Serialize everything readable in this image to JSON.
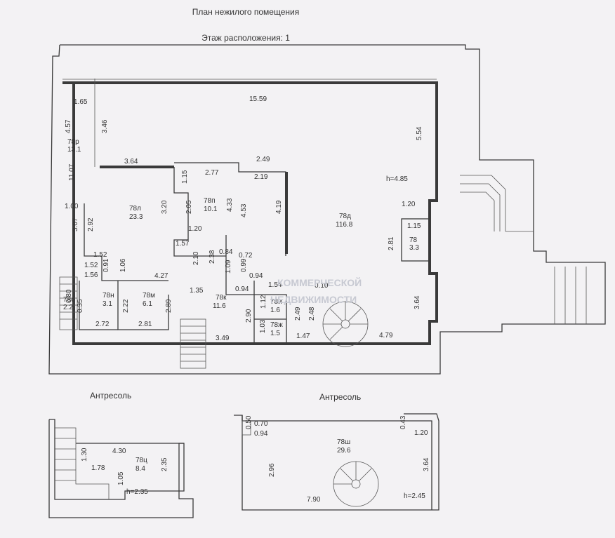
{
  "title": "План  нежилого помещения",
  "floor_label": "Этаж расположения: 1",
  "watermark": [
    "КОММЕРЧЕСКОЙ",
    "НЕДВИЖИМОСТИ"
  ],
  "mezzanine_left": {
    "title": "Антресоль",
    "room": "78ц",
    "area": "8.4",
    "height": "h=2.35",
    "dims": [
      "1.30",
      "4.30",
      "1.78",
      "1.05",
      "2.35"
    ]
  },
  "mezzanine_right": {
    "title": "Антресоль",
    "room": "78ш",
    "area": "29.6",
    "height": "h=2.45",
    "dims": [
      "0.50",
      "0.70",
      "0.94",
      "0.43",
      "1.20",
      "2.96",
      "3.64",
      "7.90"
    ]
  },
  "main": {
    "height": "h=4.85",
    "rooms": [
      {
        "code": "78р",
        "area": "13.1"
      },
      {
        "code": "78л",
        "area": "23.3"
      },
      {
        "code": "78п",
        "area": "10.1"
      },
      {
        "code": "78д",
        "area": "116.8"
      },
      {
        "code": "78",
        "area": "3.3"
      },
      {
        "code": "78с",
        "area": "2.2"
      },
      {
        "code": "78н",
        "area": "3.1"
      },
      {
        "code": "78м",
        "area": "6.1"
      },
      {
        "code": "78к",
        "area": "11.6"
      },
      {
        "code": "78и",
        "area": "1.6"
      },
      {
        "code": "78ж",
        "area": "1.5"
      }
    ],
    "dims": [
      "1.65",
      "15.59",
      "4.57",
      "3.46",
      "11.07",
      "3.64",
      "2.49",
      "2.77",
      "2.19",
      "1.15",
      "5.54",
      "1.00",
      "3.07",
      "2.92",
      "3.20",
      "2.05",
      "4.33",
      "4.53",
      "4.19",
      "1.20",
      "1.15",
      "2.81",
      "1.57",
      "1.20",
      "1.52",
      "0.84",
      "0.72",
      "2.38",
      "2.10",
      "1.52",
      "1.56",
      "0.91",
      "1.06",
      "4.27",
      "1.09",
      "0.99",
      "0.94",
      "1.35",
      "0.94",
      "1.54",
      "0.10",
      "0.80",
      "0.35",
      "2.22",
      "2.89",
      "2.90",
      "1.12",
      "2.49",
      "2.48",
      "3.64",
      "2.72",
      "2.81",
      "1.03",
      "3.49",
      "1.47",
      "4.79"
    ]
  }
}
